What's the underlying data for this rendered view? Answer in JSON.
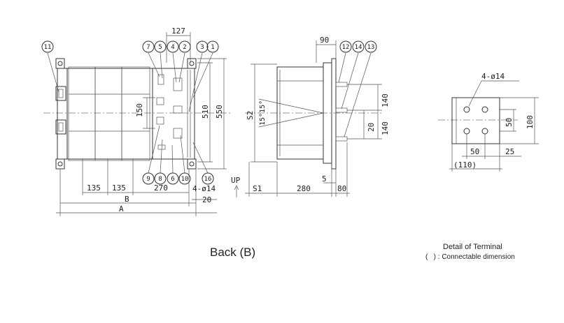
{
  "captions": {
    "back_view": "Back (B)",
    "terminal_title": "Detail of Terminal",
    "terminal_note": "(   ) : Connectable dimension"
  },
  "front_view": {
    "dims": {
      "d127": "127",
      "d135a": "135",
      "d135b": "135",
      "d270": "270",
      "dB": "B",
      "dA": "A",
      "d20": "20",
      "d150": "150",
      "d510": "510",
      "d550": "550",
      "hole": "4-ø14",
      "up": "UP"
    },
    "bubbles": [
      "11",
      "7",
      "5",
      "4",
      "2",
      "3",
      "1",
      "9",
      "8",
      "6",
      "10",
      "16"
    ]
  },
  "side_view": {
    "dims": {
      "d90": "90",
      "dS1": "S1",
      "d280": "280",
      "d5": "5",
      "d80": "80",
      "dS2": "S2",
      "angle": "15°15°",
      "d140a": "140",
      "d20": "20",
      "d140b": "140"
    },
    "bubbles": [
      "12",
      "14",
      "13"
    ]
  },
  "terminal_detail": {
    "dims": {
      "hole": "4-ø14",
      "d50v": "50",
      "d100": "100",
      "d50h": "50",
      "d25": "25",
      "d110": "(110)"
    }
  }
}
